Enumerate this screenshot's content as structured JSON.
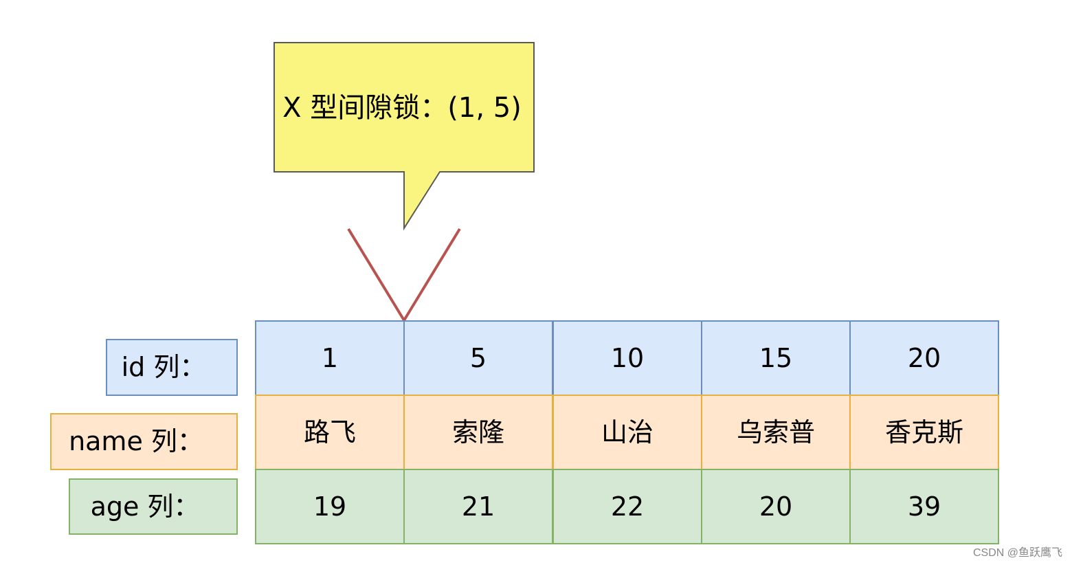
{
  "callout": {
    "text": "X 型间隙锁：(1, 5)",
    "fill": "#FAF581",
    "stroke": "#5A5A5A"
  },
  "marker": {
    "stroke": "#B85450"
  },
  "rows": [
    {
      "key": "id",
      "label": "id 列：",
      "fill": "#DAE8FC",
      "stroke": "#6C8EBF",
      "values": [
        "1",
        "5",
        "10",
        "15",
        "20"
      ]
    },
    {
      "key": "name",
      "label": "name 列：",
      "fill": "#FFE6CC",
      "stroke": "#E6B040",
      "values": [
        "路飞",
        "索隆",
        "山治",
        "乌索普",
        "香克斯"
      ]
    },
    {
      "key": "age",
      "label": "age 列：",
      "fill": "#D5E8D4",
      "stroke": "#82B366",
      "values": [
        "19",
        "21",
        "22",
        "20",
        "39"
      ]
    }
  ],
  "watermark": "CSDN @鱼跃鹰飞"
}
